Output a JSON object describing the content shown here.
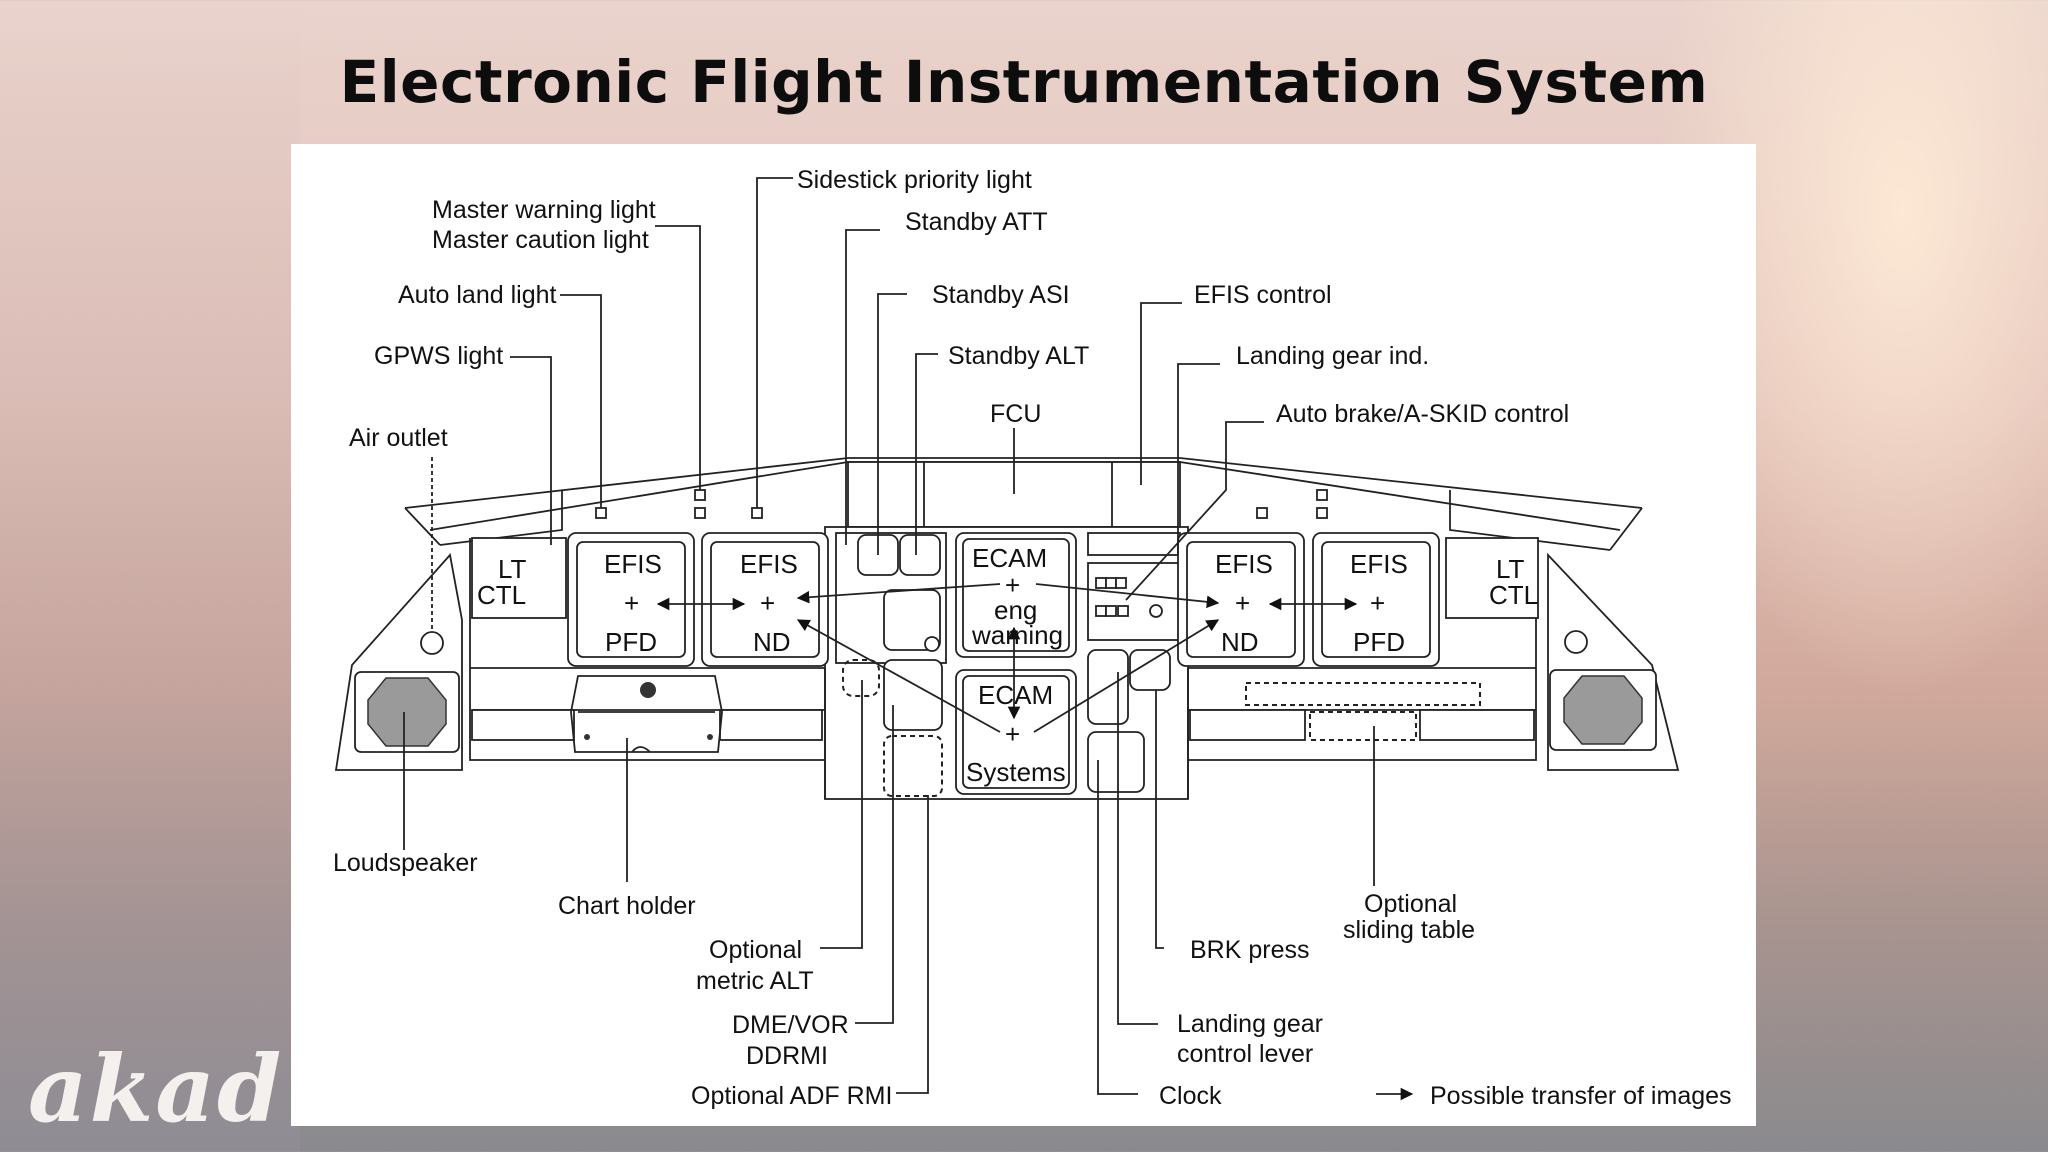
{
  "title": "Electronic Flight Instrumentation System",
  "watermark": "akad",
  "diagram": {
    "displays": {
      "efis_pfd_left": {
        "top": "EFIS",
        "bottom": "PFD"
      },
      "efis_nd_left": {
        "top": "EFIS",
        "bottom": "ND"
      },
      "ecam_upper": {
        "top": "ECAM",
        "bottom_line1": "eng",
        "bottom_line2": "warning"
      },
      "ecam_lower": {
        "top": "ECAM",
        "bottom": "Systems"
      },
      "efis_nd_right": {
        "top": "EFIS",
        "bottom": "ND"
      },
      "efis_pfd_right": {
        "top": "EFIS",
        "bottom": "PFD"
      },
      "cross": "+"
    },
    "panel_labels": {
      "lt_ctl_left": {
        "line1": "LT",
        "line2": "CTL"
      },
      "lt_ctl_right": {
        "line1": "LT",
        "line2": "CTL"
      }
    },
    "callouts": {
      "sidestick_priority_light": "Sidestick priority light",
      "master_warning_light": "Master warning light",
      "master_caution_light": "Master caution light",
      "standby_att": "Standby ATT",
      "auto_land_light": "Auto land light",
      "standby_asi": "Standby ASI",
      "efis_control": "EFIS control",
      "gpws_light": "GPWS light",
      "standby_alt": "Standby ALT",
      "landing_gear_ind": "Landing gear ind.",
      "auto_brake": "Auto brake/A-SKID control",
      "fcu": "FCU",
      "air_outlet": "Air outlet",
      "loudspeaker": "Loudspeaker",
      "chart_holder": "Chart holder",
      "optional_metric_alt_1": "Optional",
      "optional_metric_alt_2": "metric ALT",
      "dme_vor_1": "DME/VOR",
      "dme_vor_2": "DDRMI",
      "optional_adf_rmi": "Optional ADF RMI",
      "brk_press": "BRK press",
      "landing_gear_lever_1": "Landing gear",
      "landing_gear_lever_2": "control lever",
      "clock": "Clock",
      "optional_sliding_table_1": "Optional",
      "optional_sliding_table_2": "sliding table",
      "legend_transfer": "Possible transfer of images"
    }
  }
}
